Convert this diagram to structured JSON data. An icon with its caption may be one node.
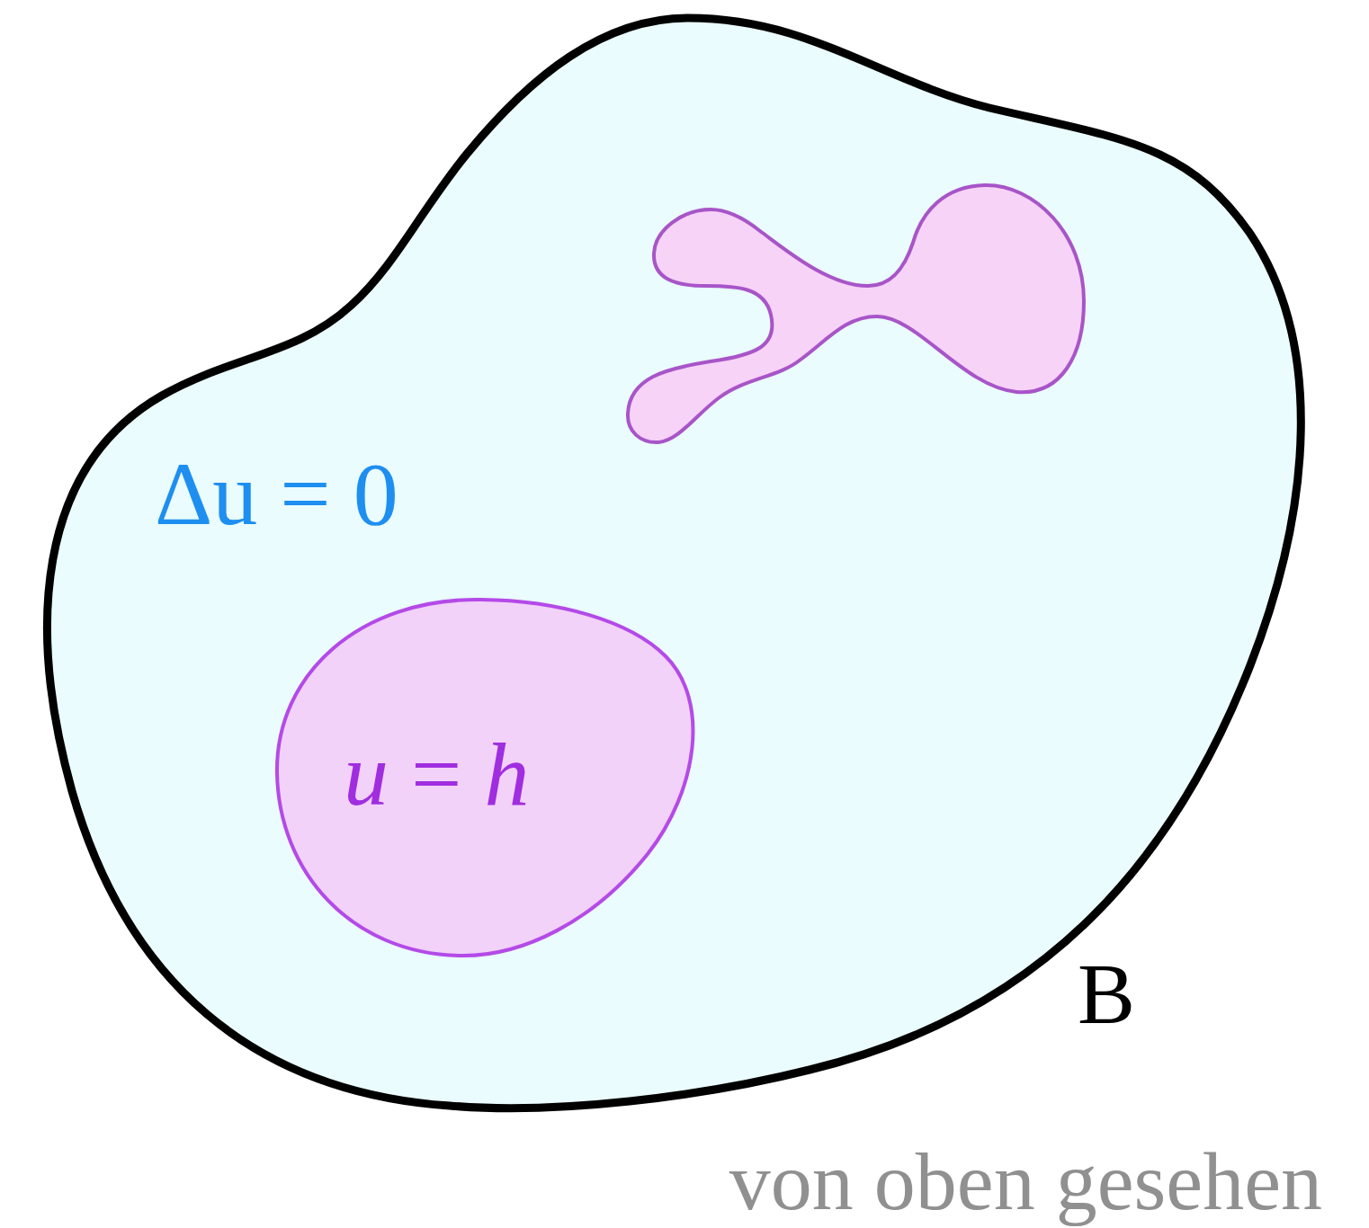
{
  "diagram": {
    "caption": "von oben gesehen",
    "nodes": [
      {
        "text": [
          "Δu = 0",
          "B"
        ]
      },
      {
        "text": [
          "*u* = *h*"
        ],
        "in": 0
      },
      {
        "text": [],
        "shape": "blob",
        "in": 0
      }
    ],
    "edges": []
  }
}
